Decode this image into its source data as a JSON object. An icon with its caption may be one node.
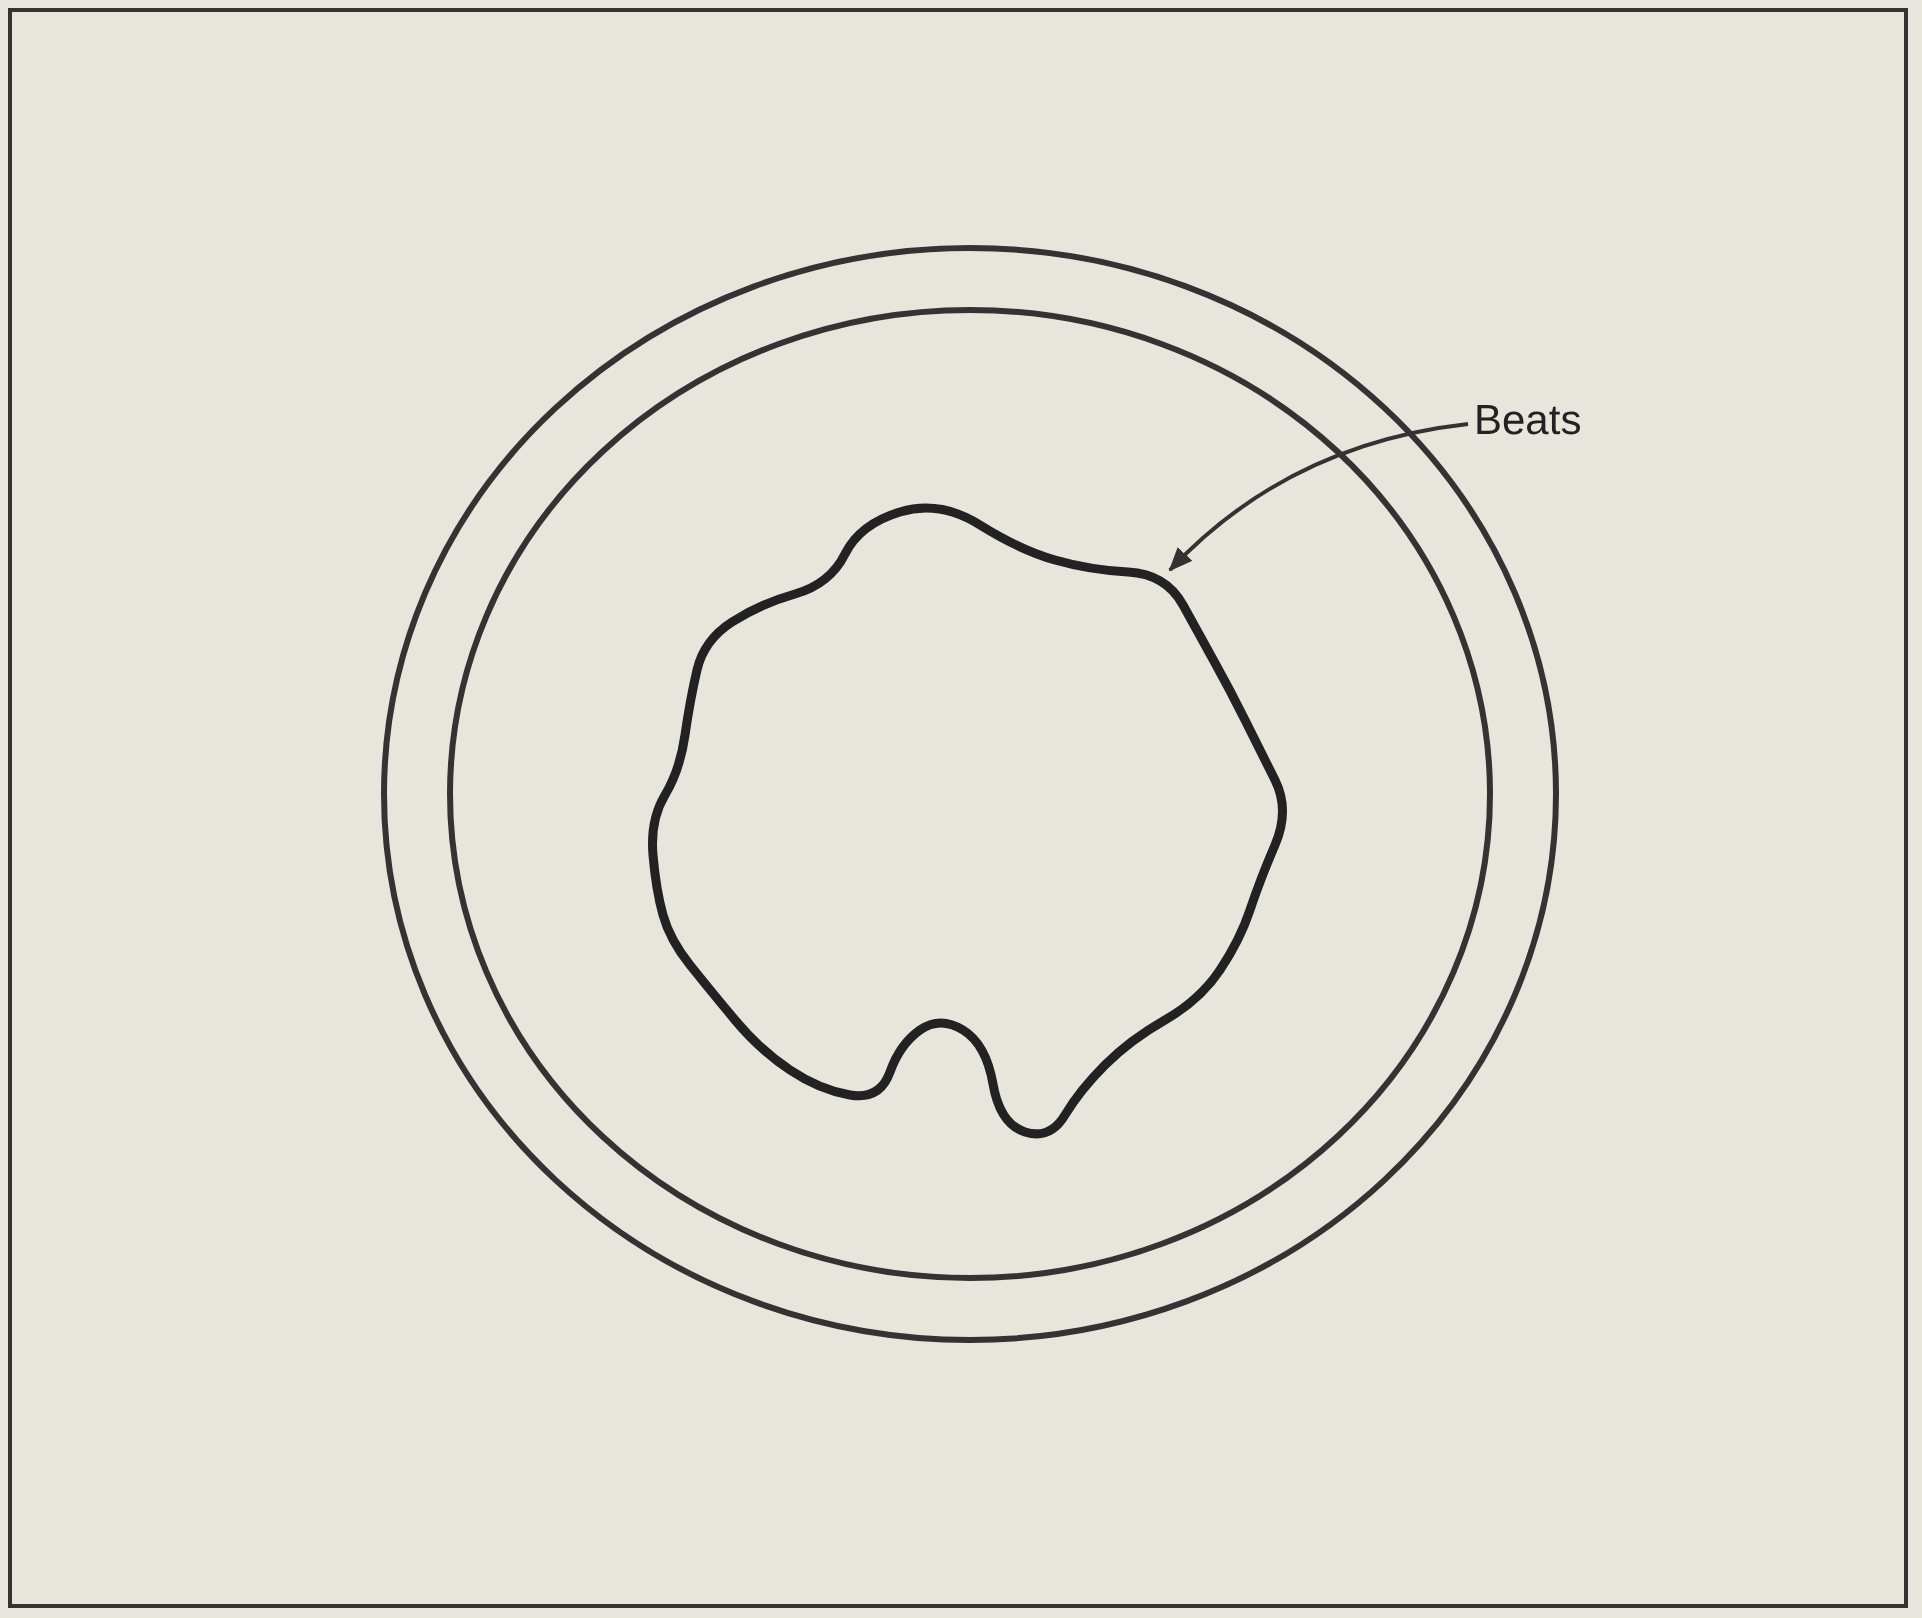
{
  "diagram": {
    "nodes": [
      {
        "text": [
          "Beats"
        ]
      },
      {
        "text": [],
        "shape": "blob"
      }
    ],
    "edges": [
      {
        "from": 0,
        "to": 1,
        "arrow": "to"
      }
    ]
  }
}
